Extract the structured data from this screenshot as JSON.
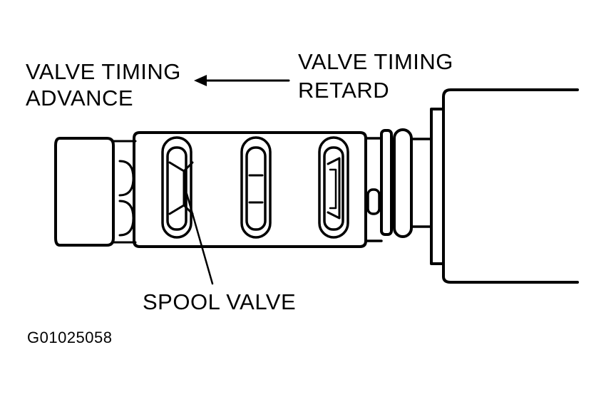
{
  "labels": {
    "advance_line1": "VALVE TIMING",
    "advance_line2": "ADVANCE",
    "retard_line1": "VALVE TIMING",
    "retard_line2": "RETARD",
    "spool": "SPOOL VALVE",
    "figure_code": "G01025058"
  },
  "colors": {
    "ink": "#000000",
    "paper": "#ffffff"
  }
}
